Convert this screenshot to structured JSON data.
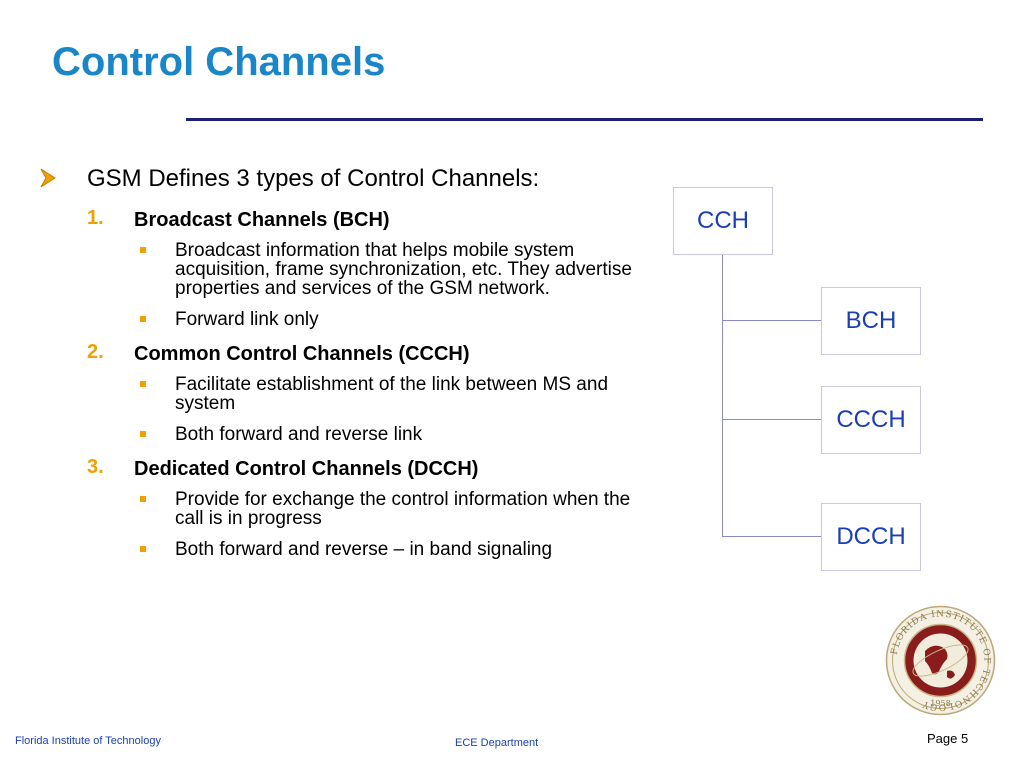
{
  "slide": {
    "title": "Control Channels",
    "intro": "GSM Defines 3 types of Control Channels:",
    "sections": [
      {
        "number": "1.",
        "heading": "Broadcast Channels (BCH)",
        "bullets": [
          "Broadcast information that helps mobile system acquisition, frame synchronization, etc.  They advertise  properties and services of the GSM network.",
          "Forward link only"
        ]
      },
      {
        "number": "2.",
        "heading": "Common Control Channels (CCCH)",
        "bullets": [
          "Facilitate establishment of the link between MS and system",
          "Both forward and reverse link"
        ]
      },
      {
        "number": "3.",
        "heading": "Dedicated Control Channels (DCCH)",
        "bullets": [
          "Provide for exchange the control information when the call is in progress",
          "Both forward and reverse – in band signaling"
        ]
      }
    ]
  },
  "diagram": {
    "root": "CCH",
    "children": [
      "BCH",
      "CCCH",
      "DCCH"
    ]
  },
  "seal": {
    "text": "FLORIDA INSTITUTE OF TECHNOLOGY",
    "year": "1958"
  },
  "footer": {
    "left": "Florida Institute of Technology",
    "center": "ECE Department",
    "page": "Page 5"
  },
  "colors": {
    "title": "#1a86c8",
    "accent": "#f0a000",
    "rule": "#1f1f7a",
    "diagram_text": "#1a3fb4"
  }
}
